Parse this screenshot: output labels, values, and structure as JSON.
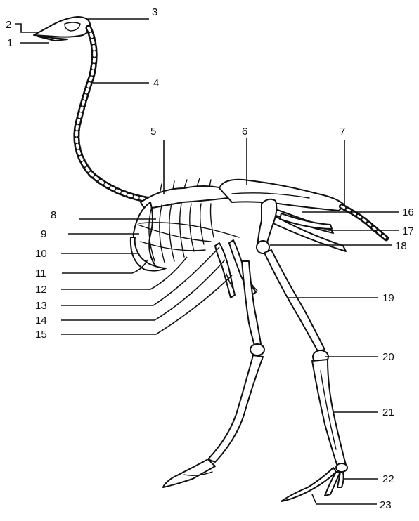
{
  "labels": [
    "1",
    "2",
    "3",
    "4",
    "5",
    "6",
    "7",
    "8",
    "9",
    "10",
    "11",
    "12",
    "13",
    "14",
    "15",
    "16",
    "17",
    "18",
    "19",
    "20",
    "21",
    "22",
    "23"
  ]
}
